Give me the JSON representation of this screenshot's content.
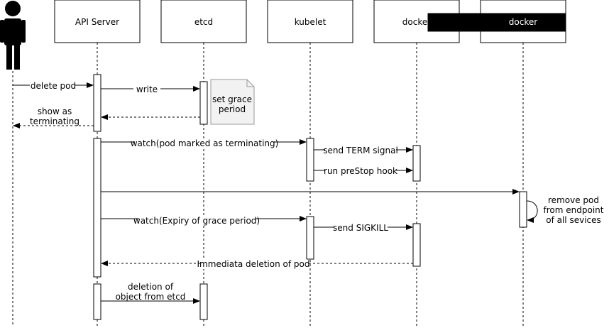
{
  "participants": [
    {
      "id": "api",
      "label": "API Server"
    },
    {
      "id": "etcd",
      "label": "etcd"
    },
    {
      "id": "kubelet",
      "label": "kubelet"
    },
    {
      "id": "docker",
      "label": "docker"
    },
    {
      "id": "endpoint",
      "label": "docker"
    }
  ],
  "note": {
    "line1": "set grace",
    "line2": "period"
  },
  "messages": {
    "delete_pod": "delete pod",
    "write": "write",
    "show_as_line1": "show as",
    "show_as_line2": "terminating",
    "watch_terminating": "watch(pod marked as terminating)",
    "send_term": "send TERM signal",
    "run_prestop": "run preStop hook",
    "remove_pod_line1": "remove pod",
    "remove_pod_line2": "from endpoint",
    "remove_pod_line3": "of all sevices",
    "watch_expiry": "watch(Expiry of grace period)",
    "send_sigkill": "send SIGKILL",
    "immediate_deletion": "Immediata deletion of pod",
    "deletion_line1": "deletion of",
    "deletion_line2": "object from etcd"
  }
}
